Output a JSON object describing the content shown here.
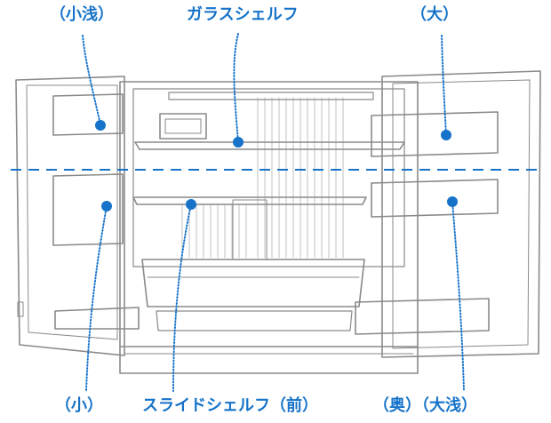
{
  "labels": {
    "top_left": "（小浅）",
    "top_center": "ガラスシェルフ",
    "top_right": "（大）",
    "bottom_left": "（小）",
    "bottom_center": "スライドシェルフ（前）",
    "bottom_right": "（奥）（大浅）"
  },
  "colors": {
    "accent": "#1673c9",
    "line_art": "#8a8a8a",
    "divider": "#1673c9"
  }
}
